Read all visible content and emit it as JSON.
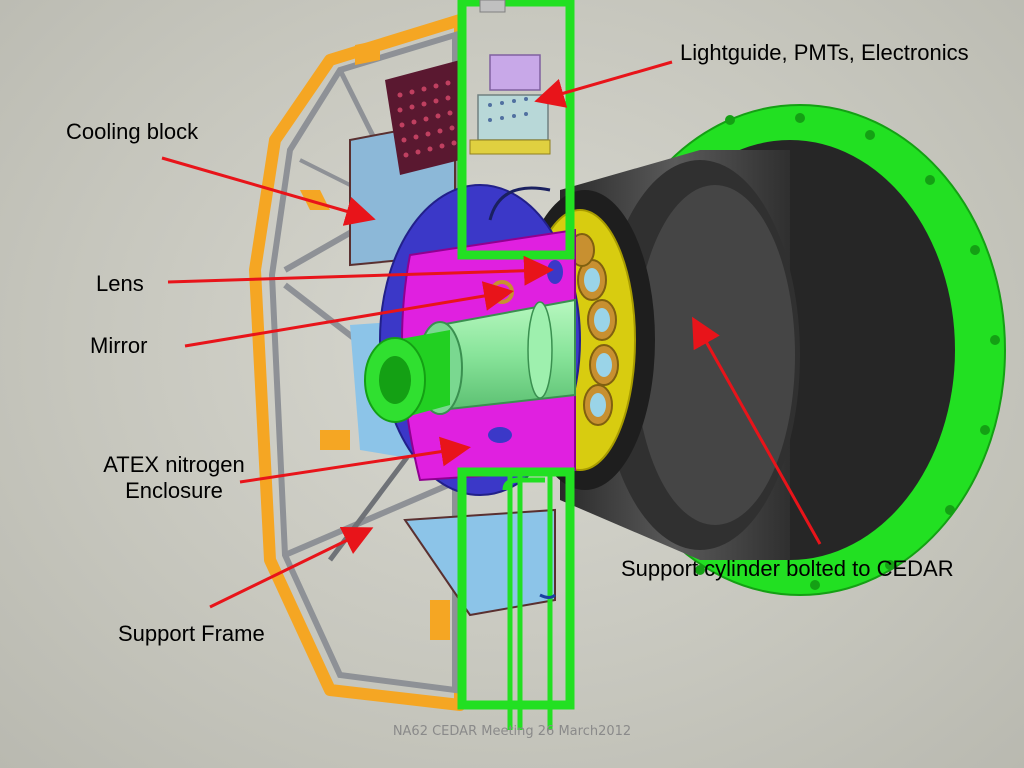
{
  "labels": {
    "lightguide": "Lightguide, PMTs, Electronics",
    "cooling_block": "Cooling block",
    "lens": "Lens",
    "mirror": "Mirror",
    "atex_line1": "ATEX nitrogen",
    "atex_line2": "Enclosure",
    "support_cylinder": "Support cylinder bolted to CEDAR",
    "support_frame": "Support Frame"
  },
  "footer": "NA62 CEDAR Meeting 26 March2012",
  "colors": {
    "background": "#c9c9c1",
    "arrow": "#e8141a",
    "frame_orange": "#f5a623",
    "frame_grey": "#8e9196",
    "green": "#22e022",
    "magenta": "#e020e0",
    "blue_plate": "#3b38c8",
    "yellow_ring": "#d8cc10",
    "cylinder_dark": "#3a3a3a",
    "mint": "#8ef0a0",
    "light_blue": "#8cc4e8"
  }
}
